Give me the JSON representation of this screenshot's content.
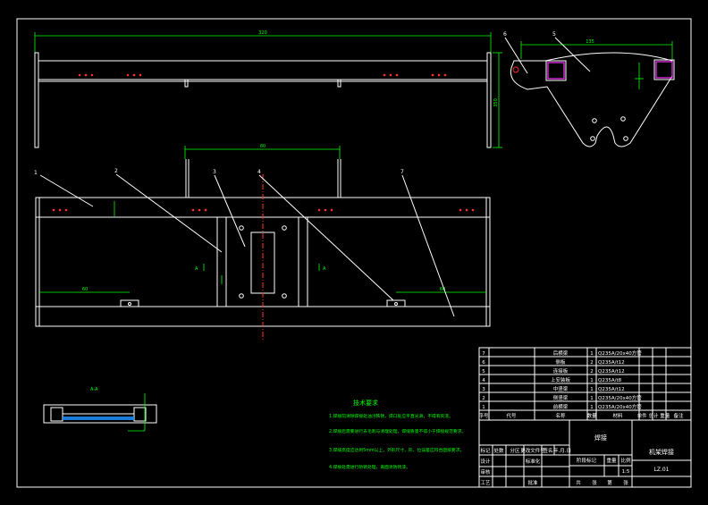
{
  "dimensions": {
    "top_width": "320",
    "top_height": "350",
    "mid_width": "80",
    "left_offset": "60",
    "right_offset": "60",
    "side_width": "135"
  },
  "leaders": [
    "1",
    "2",
    "3",
    "4",
    "7"
  ],
  "side_leaders": [
    "6",
    "5"
  ],
  "section_label": "A-A",
  "section_marker": "A",
  "tech_requirements": {
    "title": "技术要求",
    "lines": [
      "1.焊接前清除焊接处油污铁锈，焊口处应平直光滑，不得有夹渣。",
      "2.焊接后需要进行去毛刺与清理处理，焊缝质量不得小于焊接规范要求。",
      "3.焊缝高度应达到5mm以上，外形尺寸、形、位误差应符合图纸要求。",
      "4.焊接处需进行防锈处理，表面涂防锈漆。"
    ]
  },
  "bom": {
    "rows": [
      {
        "no": "7",
        "name": "后横梁",
        "qty": "1",
        "material": "Q235A/20x40方管"
      },
      {
        "no": "6",
        "name": "侧板",
        "qty": "2",
        "material": "Q235A/t12"
      },
      {
        "no": "5",
        "name": "连接板",
        "qty": "2",
        "material": "Q235A/t12"
      },
      {
        "no": "4",
        "name": "上安装板",
        "qty": "1",
        "material": "Q235A/t8"
      },
      {
        "no": "3",
        "name": "中竖梁",
        "qty": "1",
        "material": "Q235A/t12"
      },
      {
        "no": "2",
        "name": "侧竖梁",
        "qty": "1",
        "material": "Q235A/20x40方管"
      },
      {
        "no": "1",
        "name": "前横梁",
        "qty": "1",
        "material": "Q235A/20x40方管"
      }
    ],
    "header": {
      "no": "序号",
      "code": "代号",
      "name": "名称",
      "qty": "数量",
      "material": "材料",
      "weight": "单件 总计 重量",
      "note": "备注"
    }
  },
  "title_block": {
    "part_name": "焊接",
    "drawing_title": "机架焊接",
    "drawing_no": "LZ.01",
    "scale": "1:5",
    "cells": [
      "标记",
      "处数",
      "分区",
      "更改文件号",
      "签名",
      "年.月.日",
      "设计",
      "标准化",
      "审核",
      "工艺",
      "批准",
      "阶段标记",
      "重量",
      "比例",
      "共",
      "张",
      "第",
      "张"
    ]
  }
}
